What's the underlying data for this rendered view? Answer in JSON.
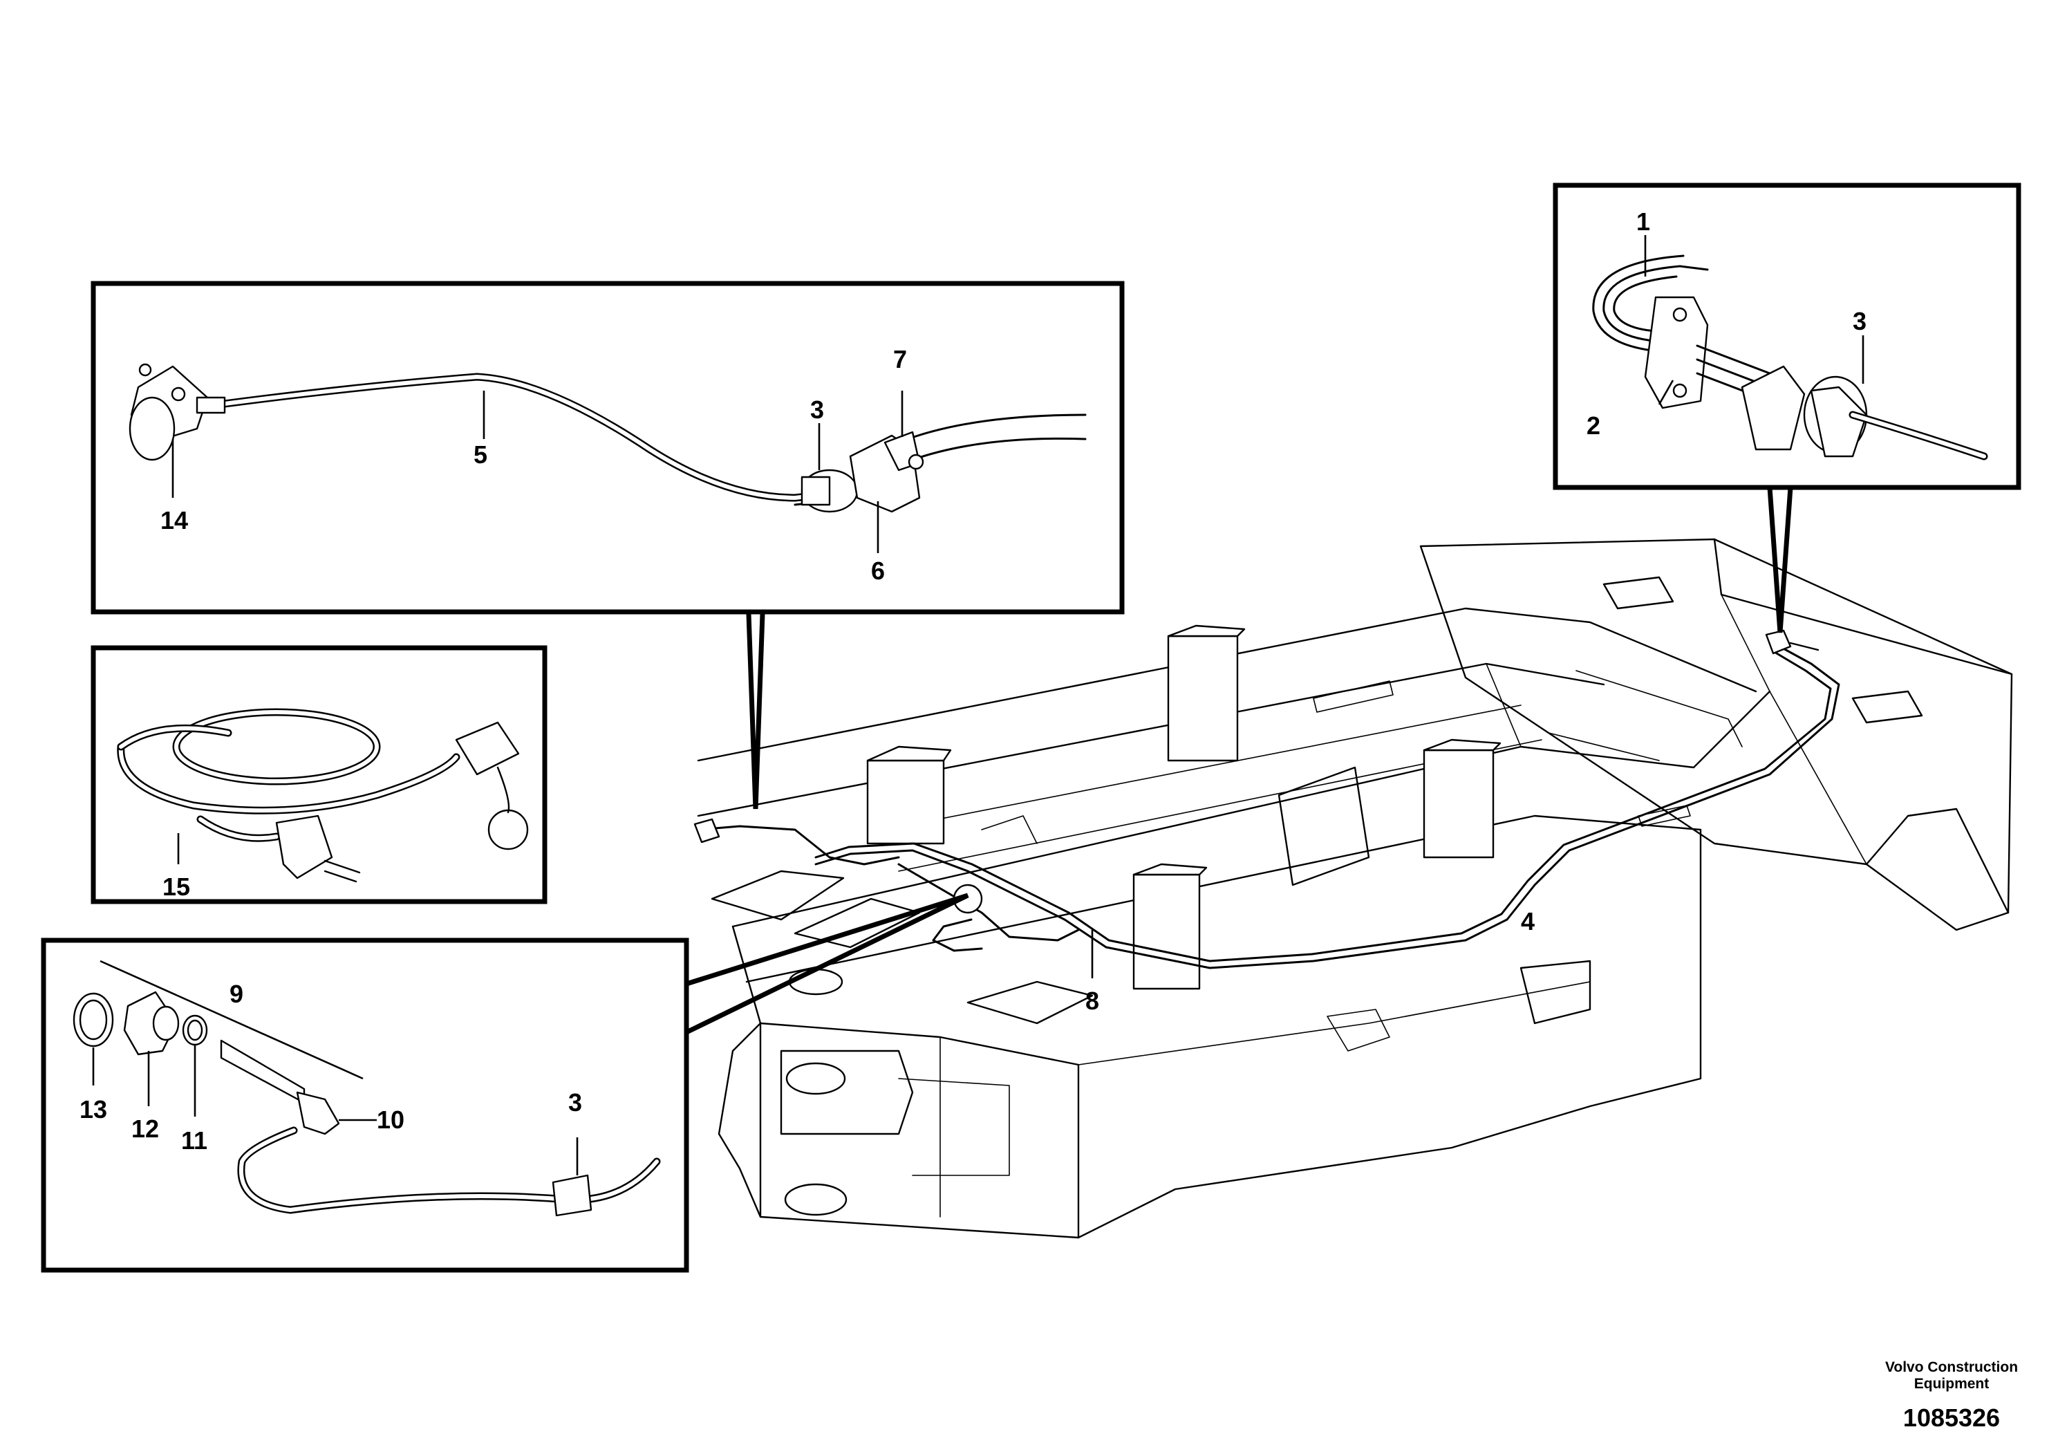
{
  "callouts": {
    "c1": "1",
    "c2": "2",
    "c3_top_right": "3",
    "c3_top_left": "3",
    "c3_bottom": "3",
    "c4": "4",
    "c5": "5",
    "c6": "6",
    "c7": "7",
    "c8": "8",
    "c9": "9",
    "c10": "10",
    "c11": "11",
    "c12": "12",
    "c13": "13",
    "c14": "14",
    "c15": "15"
  },
  "footer": {
    "company_line1": "Volvo Construction",
    "company_line2": "Equipment",
    "drawing_number": "1085326"
  }
}
